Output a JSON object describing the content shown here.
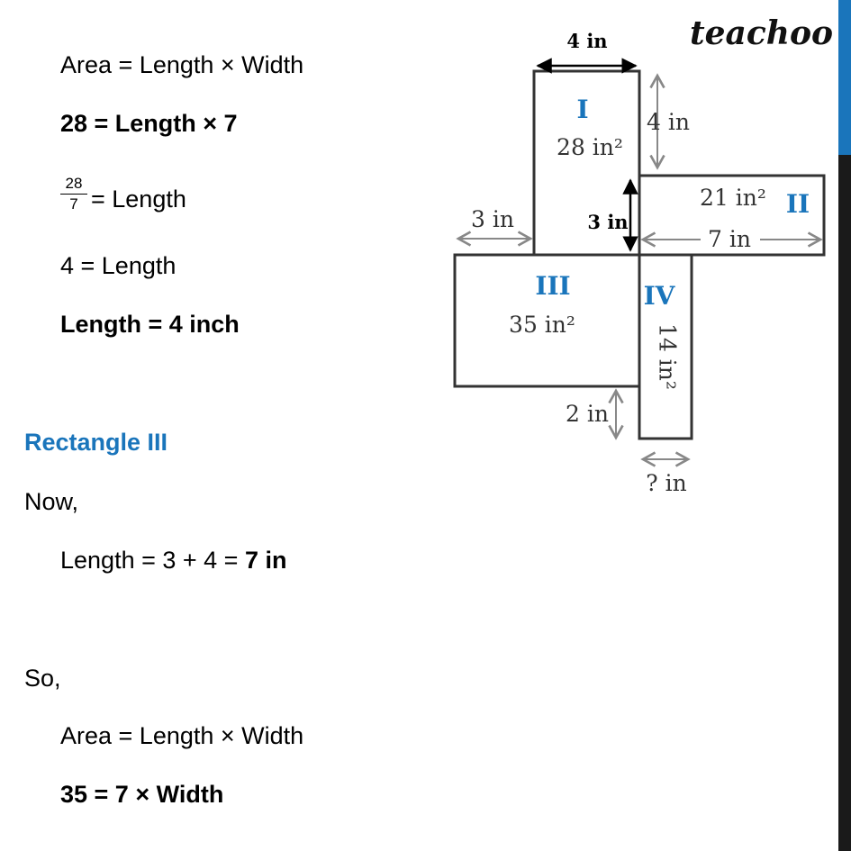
{
  "brand": {
    "logo": "teachoo"
  },
  "lines": {
    "l1": "Area = Length  × Width",
    "l2": "28 = Length × 7",
    "frac_num": "28",
    "frac_den": "7",
    "l3": "= Length",
    "l4": "4 = Length",
    "l5": "Length = 4 inch",
    "heading": "Rectangle III",
    "l6": "Now,",
    "l7_prefix": "Length = 3 + 4 = ",
    "l7_bold": "7 in",
    "l8": "So,",
    "l9": "Area = Length  × Width",
    "l10": "35 = 7 × Width"
  },
  "diagram": {
    "top_dim": "4 in",
    "rect1_label": "I",
    "rect1_area": "28 in²",
    "rect1_side": "4 in",
    "rect2_label": "II",
    "rect2_area": "21 in²",
    "rect2_len": "7 in",
    "inner_dim": "3 in",
    "left_dim": "3 in",
    "rect3_label": "III",
    "rect3_area": "35 in²",
    "rect4_label": "IV",
    "rect4_area": "14 in²",
    "bottom_dim": "2 in",
    "unknown_dim": "? in",
    "colors": {
      "label_blue": "#1a75bb",
      "arrow_gray": "#888888",
      "outline": "#333333"
    }
  },
  "colors": {
    "heading_blue": "#1a75bb",
    "sidebar_dark": "#1a1a1a",
    "sidebar_accent": "#1a75bb"
  }
}
